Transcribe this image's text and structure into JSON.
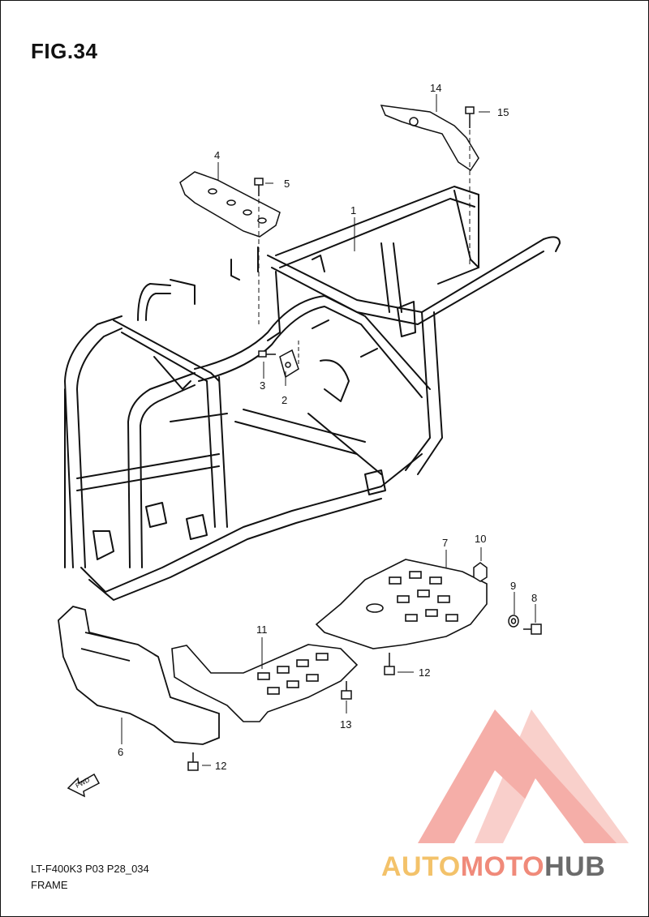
{
  "figure": {
    "title": "FIG.34",
    "code": "LT-F400K3 P03 P28_034",
    "caption": "FRAME"
  },
  "fwd_label": "FWD",
  "parts": [
    "1",
    "2",
    "3",
    "4",
    "5",
    "6",
    "7",
    "8",
    "9",
    "10",
    "11",
    "12",
    "12",
    "13",
    "14",
    "15"
  ],
  "watermark": {
    "part1": "AUTO",
    "part2": "MOTO",
    "part3": "HUB",
    "colors": {
      "auto": "#f3c26a",
      "moto": "#f08a7a",
      "hub": "#6b6b6b",
      "logo": "#f4a19a"
    }
  }
}
